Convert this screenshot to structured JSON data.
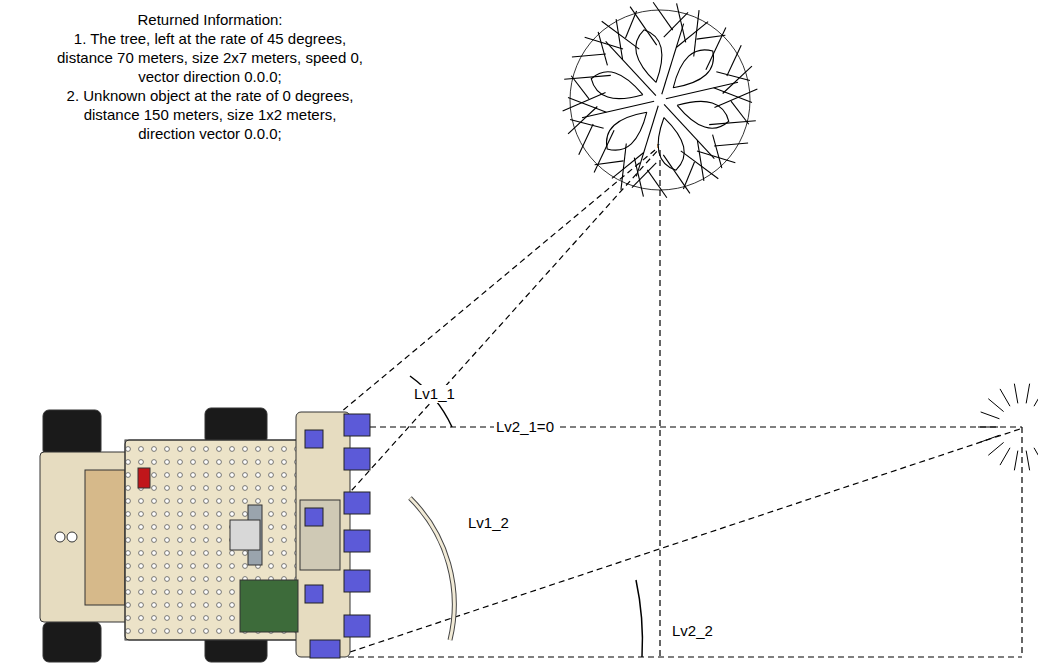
{
  "diagram": {
    "labels": [
      "Returned Information:",
      "1. The tree, left at the rate of 45 degrees, distance 70 meters, size 2x7 meters, speed 0, vector direction 0.0.0;",
      "2. Unknown object at the rate of 0 degrees, distance 150 meters, size 1x2 meters, direction vector 0.0.0;",
      "Lv1_1",
      "Lv2_1=0",
      "Lv1_2",
      "Lv2_2"
    ]
  }
}
